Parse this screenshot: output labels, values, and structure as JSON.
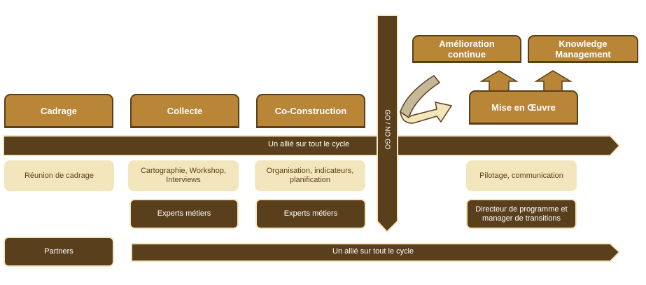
{
  "colors": {
    "phase_fill": "#b98536",
    "dark_brown": "#5a3f1c",
    "cream": "#f3e6bc",
    "arrow_gray": "#c4b898"
  },
  "phases": [
    {
      "label": "Cadrage"
    },
    {
      "label": "Collecte"
    },
    {
      "label": "Co-Construction"
    },
    {
      "label": "Mise en Œuvre"
    }
  ],
  "outcomes": [
    {
      "label": "Amélioration continue"
    },
    {
      "label": "Knowledge Management"
    }
  ],
  "gate": {
    "label": "GO / NO GO"
  },
  "main_band": {
    "label": "Un allié sur tout le cycle"
  },
  "bottom_band": {
    "label": "Un allié sur tout le cycle"
  },
  "activities": [
    {
      "label": "Réunion de cadrage"
    },
    {
      "label": "Cartographie, Workshop, Interviews"
    },
    {
      "label": "Organisation, indicateurs, planification"
    },
    {
      "label": "Pilotage, communication"
    }
  ],
  "roles": [
    {
      "label": "Experts métiers"
    },
    {
      "label": "Experts métiers"
    },
    {
      "label": "Directeur de programme et manager de transitions"
    }
  ],
  "partners": {
    "label": "Partners"
  }
}
